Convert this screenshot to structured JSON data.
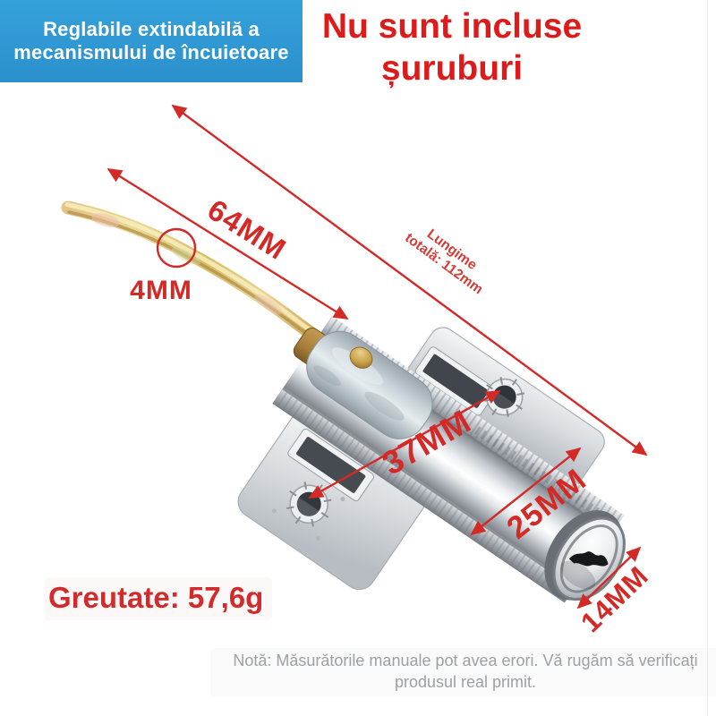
{
  "banner": {
    "line1": "Reglabile extindabilă a",
    "line2": "mecanismului de încuietoare",
    "bg_color": "#2f98d5",
    "text_color": "#ffffff"
  },
  "heading": {
    "line1": "Nu sunt incluse",
    "line2": "șuruburi",
    "color": "#dd1b1b"
  },
  "annotations": {
    "arrow_color": "#d42a27",
    "total_length_label_line1": "Lungime",
    "total_length_label_line2": "totală: 112mm",
    "rod_length": "64MM",
    "rod_diameter": "4MM",
    "hole_spacing": "37MM",
    "body_width": "25MM",
    "cylinder_face": "14MM"
  },
  "weight": {
    "label": "Greutate: 57,6g",
    "color": "#d12b2b"
  },
  "note": {
    "line1": "Notă: Măsurătorile manuale pot avea erori. Vă rugăm să verificați",
    "line2": "produsul real primit.",
    "color": "#9da1a4"
  },
  "product_colors": {
    "chrome": "#c6cbd0",
    "zinc_cylinder": "#b7c1c8",
    "brass_rod": "#d9b964",
    "brass_pin": "#c9a24a",
    "keyhole": "#16181b"
  }
}
